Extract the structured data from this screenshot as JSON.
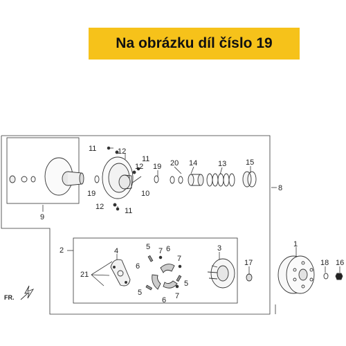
{
  "banner": {
    "text": "Na obrázku díl číslo 19"
  },
  "diagram": {
    "direction_label": "FR.",
    "accent_color": "#f6c21a",
    "part_labels": {
      "p1": "1",
      "p2": "2",
      "p3": "3",
      "p4": "4",
      "p5a": "5",
      "p5b": "5",
      "p5c": "5",
      "p6a": "6",
      "p6b": "6",
      "p6c": "6",
      "p7a": "7",
      "p7b": "7",
      "p7c": "7",
      "p8": "8",
      "p9": "9",
      "p10": "10",
      "p11a": "11",
      "p11b": "11",
      "p11c": "11",
      "p12a": "12",
      "p12b": "12",
      "p12c": "12",
      "p13": "13",
      "p14": "14",
      "p15": "15",
      "p16": "16",
      "p17": "17",
      "p18": "18",
      "p19a": "19",
      "p19b": "19",
      "p20": "20",
      "p21": "21"
    }
  }
}
